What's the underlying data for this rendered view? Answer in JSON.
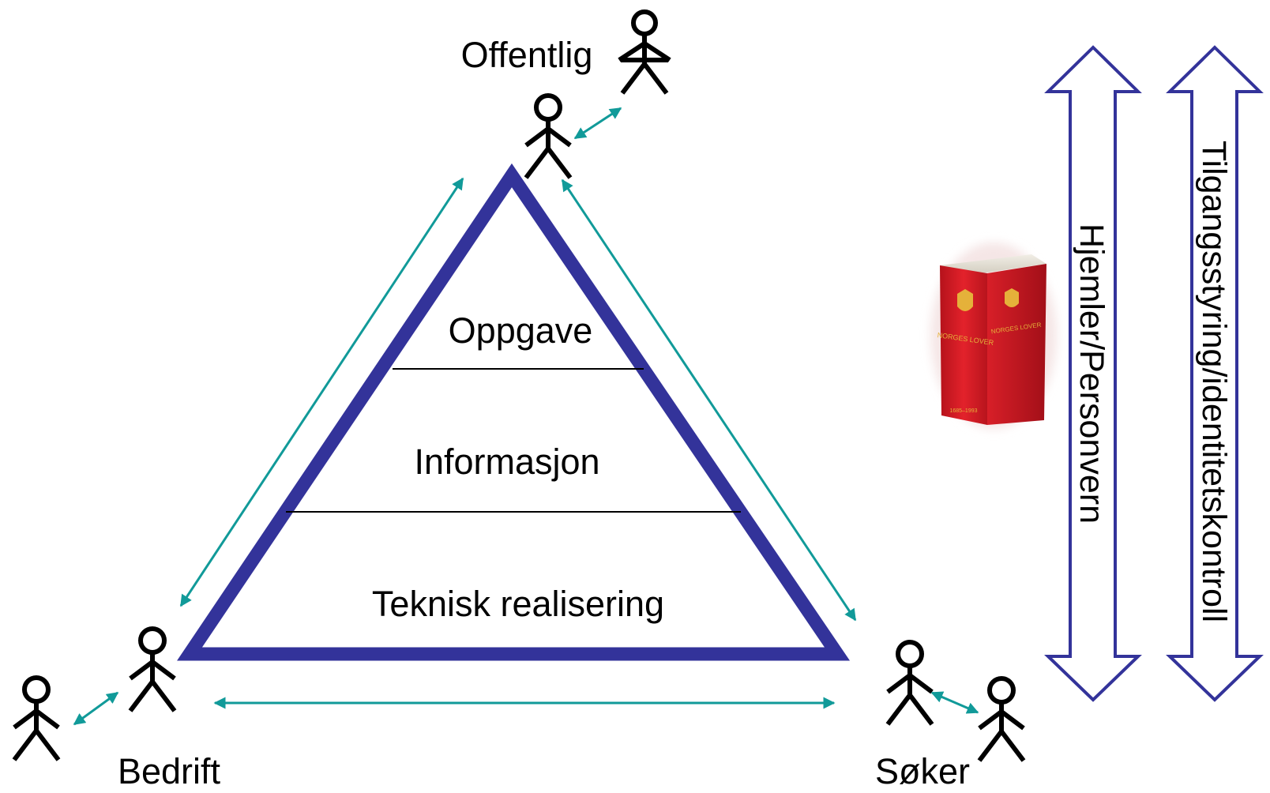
{
  "labels": {
    "offentlig": "Offentlig",
    "bedrift": "Bedrift",
    "soker": "Søker",
    "oppgave": "Oppgave",
    "informasjon": "Informasjon",
    "teknisk": "Teknisk realisering",
    "hjemler": "Hjemler/Personvern",
    "tilgang": "Tilgangsstyring/identitetskontroll"
  },
  "book": {
    "cover_title": "NORGES LOVER",
    "spine_title": "NORGES LOVER",
    "years": "1685–1993"
  },
  "colors": {
    "triangle": "#33339a",
    "arrow": "#119a99",
    "book_red": "#d41c25",
    "book_gold": "#e5b13a"
  },
  "icons": [
    "person-icon",
    "bidirectional-arrow-icon",
    "law-book-icon",
    "vertical-double-arrow-icon"
  ]
}
